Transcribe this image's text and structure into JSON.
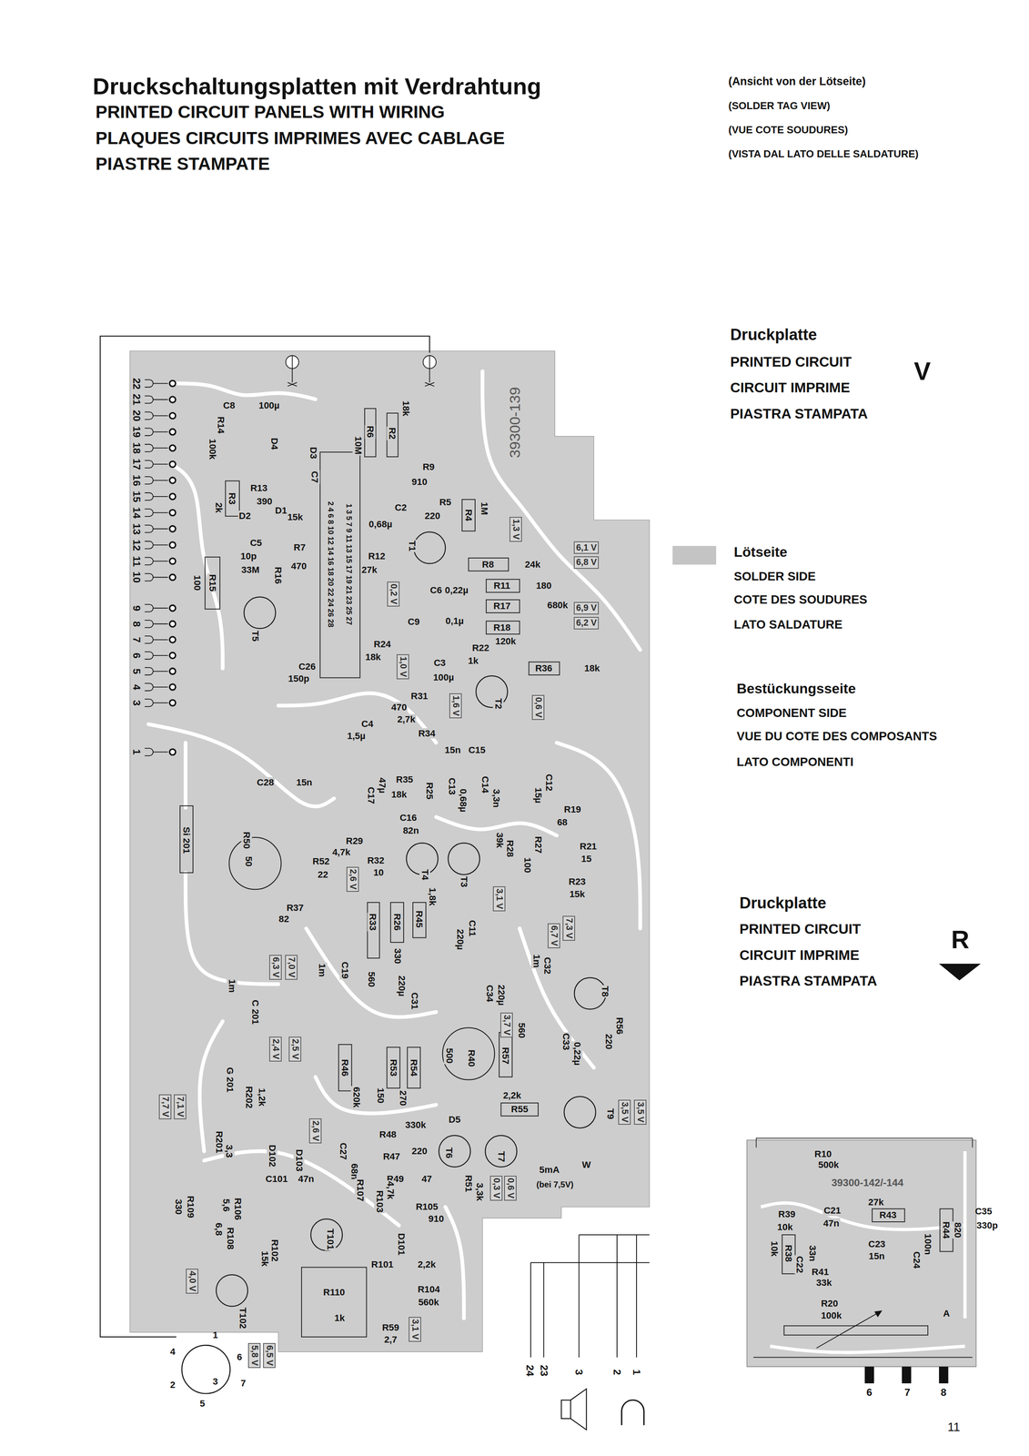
{
  "diagram": {
    "title": "Druckschaltungsplatten mit Verdrahtung",
    "nodes": [
      {
        "text": [
          "1,3 V"
        ]
      },
      {
        "text": [
          "6,1 V"
        ]
      },
      {
        "text": [
          "6,8 V"
        ]
      },
      {
        "text": [
          "0,2 V"
        ]
      },
      {
        "text": [
          "6,9 V"
        ]
      },
      {
        "text": [
          "6,2 V"
        ]
      },
      {
        "text": [
          "1,0 V"
        ]
      },
      {
        "text": [
          "1,6 V"
        ]
      },
      {
        "text": [
          "0,6 V"
        ]
      },
      {
        "text": [
          "2,6 V"
        ]
      },
      {
        "text": [
          "3,1 V"
        ]
      },
      {
        "text": [
          "7,3 V"
        ]
      },
      {
        "text": [
          "6,7 V"
        ]
      },
      {
        "text": [
          "6,3 V"
        ]
      },
      {
        "text": [
          "7,0 V"
        ]
      },
      {
        "text": [
          "3,7 V"
        ]
      },
      {
        "text": [
          "2,4 V"
        ]
      },
      {
        "text": [
          "2,5 V"
        ]
      },
      {
        "text": [
          "7,7 V"
        ]
      },
      {
        "text": [
          "7,1 V"
        ]
      },
      {
        "text": [
          "3,5 V"
        ]
      },
      {
        "text": [
          "3,5 V"
        ]
      },
      {
        "text": [
          "2,6 V"
        ]
      },
      {
        "text": [
          "0,3 V"
        ]
      },
      {
        "text": [
          "0,6 V"
        ]
      },
      {
        "text": [
          "4,0 V"
        ]
      },
      {
        "text": [
          "5,8 V"
        ]
      },
      {
        "text": [
          "6,5 V"
        ]
      },
      {
        "text": [
          "3,1 V"
        ]
      }
    ],
    "labels": [
      "PRINTED CIRCUIT PANELS WITH WIRING",
      "PLAQUES CIRCUITS IMPRIMES AVEC CABLAGE",
      "PIASTRE STAMPATE",
      "(Ansicht von der Lötseite)",
      "(SOLDER TAG VIEW)",
      "(VUE COTE SOUDURES)",
      "(VISTA DAL LATO DELLE SALDATURE)",
      "Druckplatte",
      "PRINTED CIRCUIT",
      "CIRCUIT IMPRIME",
      "PIASTRA STAMPATA",
      "V",
      "SOLDER SIDE",
      "COTE DES SOUDURES",
      "LATO SALDATURE",
      "Bestückungsseite",
      "COMPONENT SIDE",
      "VUE DU COTE DES COMPOSANTS",
      "LATO COMPONENTI",
      "Druckplatte",
      "PRINTED CIRCUIT",
      "CIRCUIT IMPRIME",
      "PIASTRA STAMPATA",
      "R",
      "11",
      "39300-139",
      "22",
      "21",
      "20",
      "19",
      "18",
      "17",
      "16",
      "15",
      "14",
      "13",
      "12",
      "11",
      "10",
      "9",
      "8",
      "7",
      "6",
      "5",
      "4",
      "3",
      "1",
      "C8",
      "100µ",
      "R14",
      "100k",
      "D4",
      "D3",
      "C7",
      "R3",
      "2k",
      "R13",
      "390",
      "D2",
      "D1",
      "15k",
      "C5",
      "10p",
      "R7",
      "470",
      "R16",
      "33M",
      "T5",
      "R15",
      "100",
      "C26",
      "150p",
      "2 4 6 8 10 12 14 16 18 20 22 24 26 28",
      "1 3 5 7 9 11 13 15 17 19 21 23 25 27",
      "R6",
      "10M",
      "R2",
      "18k",
      "R9",
      "910",
      "R5",
      "220",
      "R4",
      "1M",
      "C2",
      "0,68µ",
      "T1",
      "R12",
      "27k",
      "R8",
      "24k",
      "C6",
      "0,22µ",
      "R11",
      "180",
      "R17",
      "680k",
      "C9",
      "0,1µ",
      "R18",
      "120k",
      "R24",
      "18k",
      "R22",
      "1k",
      "C3",
      "100µ",
      "R36",
      "18k",
      "T2",
      "R31",
      "470",
      "C4",
      "1,5µ",
      "R34",
      "2,7k",
      "15n",
      "C15",
      "C28",
      "15n",
      "C17",
      "47µ",
      "R35",
      "18k",
      "R25",
      "C13",
      "0,68µ",
      "C14",
      "3,3n",
      "C12",
      "15µ",
      "R19",
      "68",
      "C16",
      "82n",
      "R21",
      "15",
      "R27",
      "R28",
      "39k",
      "100",
      "R23",
      "15k",
      "T4",
      "T3",
      "R29",
      "4,7k",
      "R32",
      "10",
      "R52",
      "22",
      "R50",
      "50",
      "R37",
      "82",
      "Si 201",
      "R33",
      "560",
      "R26",
      "330",
      "R45",
      "1,8k",
      "C11",
      "220µ",
      "C19",
      "1m",
      "1m",
      "C 201",
      "C32",
      "1m",
      "T8",
      "C31",
      "220µ",
      "C34",
      "220µ",
      "R40",
      "500",
      "R57",
      "560",
      "C33",
      "0,22µ",
      "R56",
      "220",
      "R46",
      "620k",
      "R53",
      "150",
      "R54",
      "270",
      "G 201",
      "R202",
      "1,2k",
      "D5",
      "R55",
      "2,2k",
      "T9",
      "R48",
      "330k",
      "R201",
      "3,3",
      "D102",
      "D103",
      "C27",
      "68n",
      "R47",
      "220",
      "T6",
      "T7",
      "R51",
      "3,3k",
      "R49",
      "47",
      "W",
      "5mA",
      "(bei 7,5V)",
      "C101",
      "47n",
      "R109",
      "330",
      "R106",
      "5,6",
      "R108",
      "6,8",
      "T101",
      "R107",
      "R103",
      "4,7k",
      "R105",
      "910",
      "D101",
      "R101",
      "2,2k",
      "R102",
      "15k",
      "R110",
      "1k",
      "R104",
      "560k",
      "R59",
      "2,7",
      "T102",
      "4",
      "1",
      "6",
      "2",
      "5",
      "3",
      "7",
      "24",
      "23",
      "3",
      "2",
      "1",
      "R10",
      "500k",
      "39300-142/-144",
      "R39",
      "10k",
      "C21",
      "47n",
      "27k",
      "R43",
      "C35",
      "330p",
      "R38",
      "10k",
      "C22",
      "33n",
      "R41",
      "33k",
      "C23",
      "15n",
      "C24",
      "100n",
      "R44",
      "820",
      "A",
      "R20",
      "100k",
      "6",
      "7",
      "8"
    ],
    "legend": [
      {
        "text": "Lötseite",
        "color": "#c4c4c4"
      }
    ]
  }
}
